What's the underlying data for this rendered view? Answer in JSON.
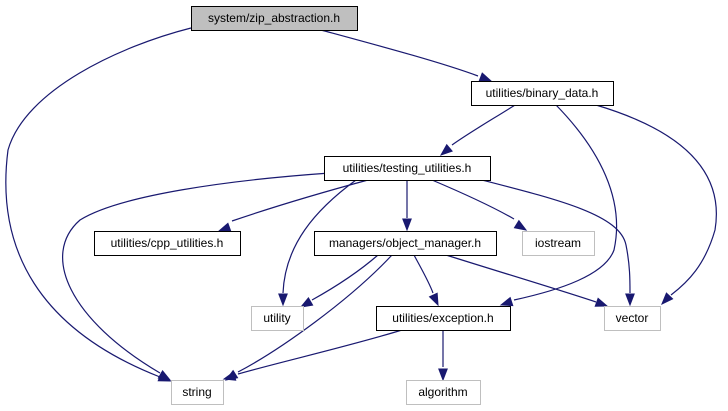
{
  "graph": {
    "nodes": [
      {
        "id": "zip",
        "label": "system/zip_abstraction.h",
        "style": "root"
      },
      {
        "id": "binary",
        "label": "utilities/binary_data.h",
        "style": "documented"
      },
      {
        "id": "testing",
        "label": "utilities/testing_utilities.h",
        "style": "documented"
      },
      {
        "id": "cpp",
        "label": "utilities/cpp_utilities.h",
        "style": "documented"
      },
      {
        "id": "objmgr",
        "label": "managers/object_manager.h",
        "style": "documented"
      },
      {
        "id": "iostream",
        "label": "iostream",
        "style": "external"
      },
      {
        "id": "utility",
        "label": "utility",
        "style": "external"
      },
      {
        "id": "exception",
        "label": "utilities/exception.h",
        "style": "documented"
      },
      {
        "id": "vector",
        "label": "vector",
        "style": "external"
      },
      {
        "id": "string",
        "label": "string",
        "style": "external"
      },
      {
        "id": "algorithm",
        "label": "algorithm",
        "style": "external"
      }
    ],
    "edges": [
      {
        "from": "zip",
        "to": "binary"
      },
      {
        "from": "zip",
        "to": "string"
      },
      {
        "from": "binary",
        "to": "testing"
      },
      {
        "from": "binary",
        "to": "exception"
      },
      {
        "from": "binary",
        "to": "vector"
      },
      {
        "from": "testing",
        "to": "cpp"
      },
      {
        "from": "testing",
        "to": "objmgr"
      },
      {
        "from": "testing",
        "to": "iostream"
      },
      {
        "from": "testing",
        "to": "utility"
      },
      {
        "from": "testing",
        "to": "vector"
      },
      {
        "from": "testing",
        "to": "string"
      },
      {
        "from": "objmgr",
        "to": "utility"
      },
      {
        "from": "objmgr",
        "to": "exception"
      },
      {
        "from": "objmgr",
        "to": "vector"
      },
      {
        "from": "objmgr",
        "to": "string"
      },
      {
        "from": "exception",
        "to": "string"
      },
      {
        "from": "exception",
        "to": "algorithm"
      }
    ],
    "colors": {
      "edge": "#191970",
      "root_fill": "#bfbfbf",
      "root_border": "#000000",
      "documented_fill": "#ffffff",
      "documented_border": "#000000",
      "external_fill": "#ffffff",
      "external_border": "#bfbfbf"
    }
  }
}
